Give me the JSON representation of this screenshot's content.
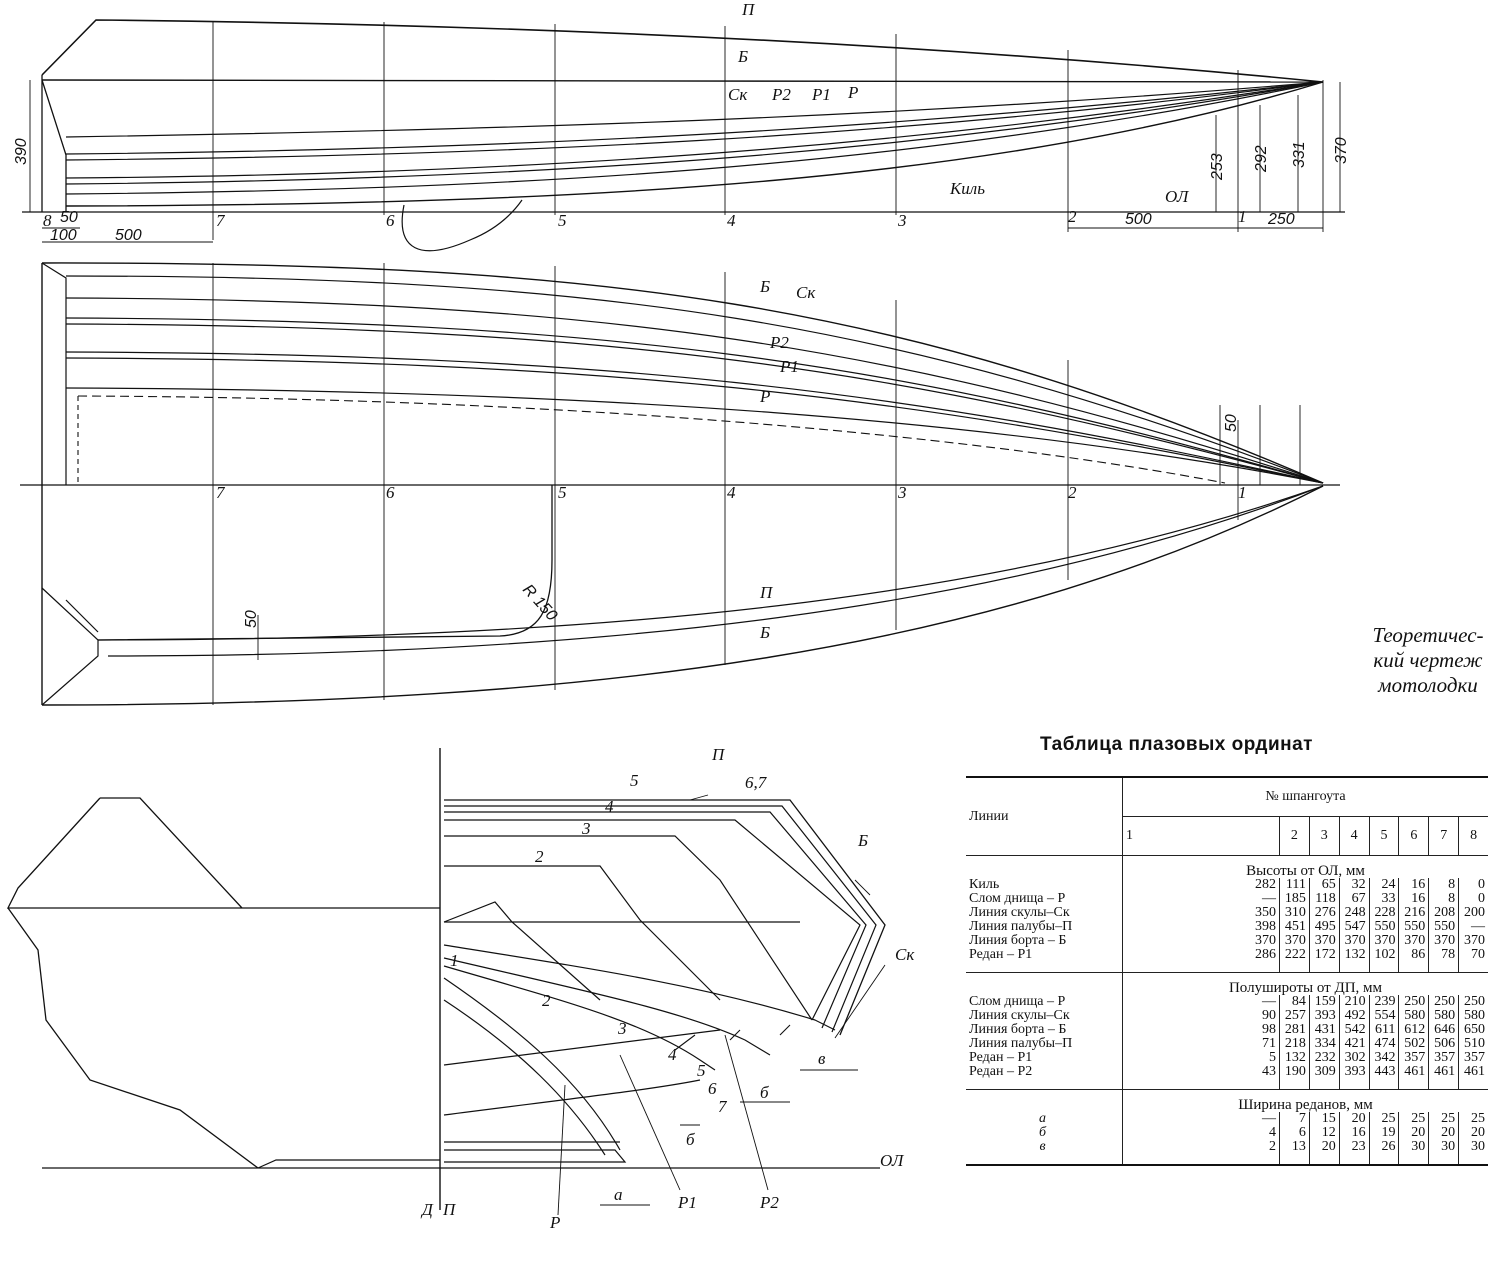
{
  "caption": [
    "Теоретичес-",
    "кий чертеж",
    "мотолодки"
  ],
  "profile_view": {
    "frame_numbers": [
      "8",
      "7",
      "6",
      "5",
      "4",
      "3",
      "2",
      "1"
    ],
    "line_labels": [
      "П",
      "Б",
      "Ск",
      "Р2",
      "Р1",
      "Р",
      "Киль",
      "ОЛ"
    ],
    "dimensions": [
      "390",
      "50",
      "100",
      "500",
      "500",
      "250",
      "253",
      "292",
      "331",
      "370"
    ]
  },
  "plan_view": {
    "frame_numbers": [
      "7",
      "6",
      "5",
      "4",
      "3",
      "2",
      "1"
    ],
    "line_labels_upper": [
      "Б",
      "Ск",
      "Р2",
      "Р1",
      "Р"
    ],
    "line_labels_lower": [
      "П",
      "Б"
    ],
    "dimensions": [
      "50",
      "R 150",
      "50"
    ]
  },
  "body_plan": {
    "section_numbers_upper": [
      "5",
      "4",
      "3",
      "2",
      "6,7"
    ],
    "section_numbers_lower": [
      "1",
      "2",
      "3",
      "4",
      "5",
      "6",
      "7"
    ],
    "line_labels": [
      "П",
      "Б",
      "Ск",
      "Р",
      "Р1",
      "Р2",
      "ОЛ",
      "Д",
      "П"
    ],
    "step_widths": [
      "а",
      "б",
      "б",
      "в"
    ]
  },
  "table": {
    "title": "Таблица плазовых ординат",
    "col_lines": "Линии",
    "col_frames": "№ шпангоута",
    "frames": [
      "1",
      "2",
      "3",
      "4",
      "5",
      "6",
      "7",
      "8"
    ],
    "sections": [
      {
        "heading": "Высоты от ОЛ, мм",
        "rows": [
          {
            "label": "Киль",
            "values": [
              "282",
              "111",
              "65",
              "32",
              "24",
              "16",
              "8",
              "0"
            ]
          },
          {
            "label": "Слом днища – Р",
            "values": [
              "—",
              "185",
              "118",
              "67",
              "33",
              "16",
              "8",
              "0"
            ]
          },
          {
            "label": "Линия скулы–Ск",
            "values": [
              "350",
              "310",
              "276",
              "248",
              "228",
              "216",
              "208",
              "200"
            ]
          },
          {
            "label": "Линия палубы–П",
            "values": [
              "398",
              "451",
              "495",
              "547",
              "550",
              "550",
              "550",
              "—"
            ]
          },
          {
            "label": "Линия борта – Б",
            "values": [
              "370",
              "370",
              "370",
              "370",
              "370",
              "370",
              "370",
              "370"
            ]
          },
          {
            "label": "Редан – Р1",
            "values": [
              "286",
              "222",
              "172",
              "132",
              "102",
              "86",
              "78",
              "70"
            ]
          }
        ]
      },
      {
        "heading": "Полушироты от ДП, мм",
        "rows": [
          {
            "label": "Слом днища – Р",
            "values": [
              "—",
              "84",
              "159",
              "210",
              "239",
              "250",
              "250",
              "250"
            ]
          },
          {
            "label": "Линия скулы–Ск",
            "values": [
              "90",
              "257",
              "393",
              "492",
              "554",
              "580",
              "580",
              "580"
            ]
          },
          {
            "label": "Линия борта – Б",
            "values": [
              "98",
              "281",
              "431",
              "542",
              "611",
              "612",
              "646",
              "650"
            ]
          },
          {
            "label": "Линия палубы–П",
            "values": [
              "71",
              "218",
              "334",
              "421",
              "474",
              "502",
              "506",
              "510"
            ]
          },
          {
            "label": "Редан – Р1",
            "values": [
              "5",
              "132",
              "232",
              "302",
              "342",
              "357",
              "357",
              "357"
            ]
          },
          {
            "label": "Редан – Р2",
            "values": [
              "43",
              "190",
              "309",
              "393",
              "443",
              "461",
              "461",
              "461"
            ]
          }
        ]
      },
      {
        "heading": "Ширина реданов, мм",
        "rows": [
          {
            "label": "а",
            "values": [
              "—",
              "7",
              "15",
              "20",
              "25",
              "25",
              "25",
              "25"
            ]
          },
          {
            "label": "б",
            "values": [
              "4",
              "6",
              "12",
              "16",
              "19",
              "20",
              "20",
              "20"
            ]
          },
          {
            "label": "в",
            "values": [
              "2",
              "13",
              "20",
              "23",
              "26",
              "30",
              "30",
              "30"
            ]
          }
        ]
      }
    ]
  }
}
